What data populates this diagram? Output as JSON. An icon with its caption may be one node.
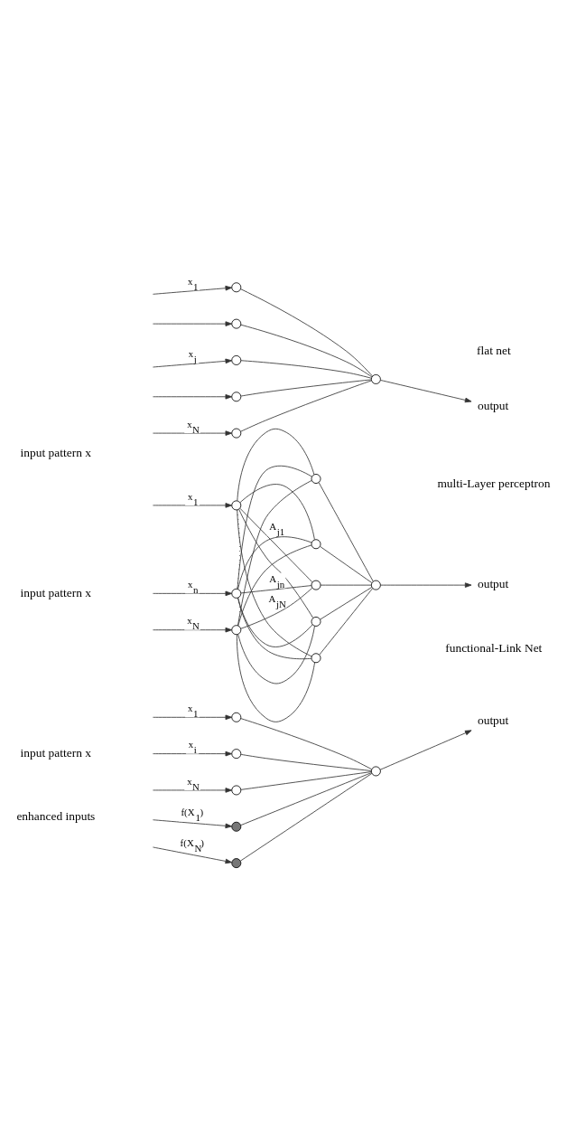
{
  "diagram": {
    "nodes": [
      {
        "text": [],
        "shape": "circle",
        "beside": [
          "x$_{1}$"
        ]
      },
      {
        "text": [],
        "shape": "circle"
      },
      {
        "text": [],
        "shape": "circle",
        "beside": [
          "x$_{j}$"
        ]
      },
      {
        "text": [],
        "shape": "circle"
      },
      {
        "text": [],
        "shape": "circle",
        "beside": [
          "x$_{N}$"
        ]
      },
      {
        "text": [],
        "shape": "circle"
      },
      {
        "text": [
          "output"
        ]
      },
      {
        "text": [],
        "shape": "circle",
        "beside": [
          "x$_{1}$"
        ]
      },
      {
        "text": [],
        "shape": "circle",
        "beside": [
          "x$_{n}$"
        ]
      },
      {
        "text": [],
        "shape": "circle",
        "beside": [
          "x$_{N}$"
        ]
      },
      {
        "text": [],
        "shape": "circle"
      },
      {
        "text": [],
        "shape": "circle"
      },
      {
        "text": [],
        "shape": "circle"
      },
      {
        "text": [],
        "shape": "circle"
      },
      {
        "text": [],
        "shape": "circle"
      },
      {
        "text": [],
        "shape": "circle"
      },
      {
        "text": [
          "output"
        ]
      },
      {
        "text": [],
        "shape": "circle",
        "beside": [
          "x$_{1}$"
        ]
      },
      {
        "text": [],
        "shape": "circle",
        "beside": [
          "x$_{i}$"
        ]
      },
      {
        "text": [],
        "shape": "circle",
        "beside": [
          "x$_{N}$"
        ]
      },
      {
        "text": [],
        "shape": "circle",
        "beside": [
          "f(X$_{1}$)"
        ]
      },
      {
        "text": [],
        "shape": "circle",
        "beside": [
          "f(X$_{N}$)"
        ]
      },
      {
        "text": [],
        "shape": "circle"
      },
      {
        "text": [
          "output"
        ]
      }
    ],
    "edges": [
      {
        "from": null,
        "to": 0,
        "arrow": "to"
      },
      {
        "from": null,
        "to": 1,
        "arrow": "to"
      },
      {
        "from": null,
        "to": 2,
        "arrow": "to"
      },
      {
        "from": null,
        "to": 3,
        "arrow": "to"
      },
      {
        "from": null,
        "to": 4,
        "arrow": "to"
      },
      {
        "from": 0,
        "to": 5,
        "arrow": "none"
      },
      {
        "from": 1,
        "to": 5,
        "arrow": "none"
      },
      {
        "from": 2,
        "to": 5,
        "arrow": "none"
      },
      {
        "from": 3,
        "to": 5,
        "arrow": "none"
      },
      {
        "from": 4,
        "to": 5,
        "arrow": "none"
      },
      {
        "from": 5,
        "to": 6,
        "arrow": "to"
      },
      {
        "from": null,
        "to": 7,
        "arrow": "to"
      },
      {
        "from": null,
        "to": 8,
        "arrow": "to"
      },
      {
        "from": null,
        "to": 9,
        "arrow": "to"
      },
      {
        "from": 7,
        "to": 8,
        "arrow": "none",
        "style": "dashed"
      },
      {
        "from": 8,
        "to": 9,
        "arrow": "none",
        "style": "dashed"
      },
      {
        "from": 7,
        "to": 10,
        "arrow": "none"
      },
      {
        "from": 7,
        "to": 11,
        "arrow": "none"
      },
      {
        "from": 7,
        "to": 12,
        "arrow": "none",
        "label": "A$_{j1}$"
      },
      {
        "from": 7,
        "to": 13,
        "arrow": "none"
      },
      {
        "from": 7,
        "to": 14,
        "arrow": "none"
      },
      {
        "from": 8,
        "to": 10,
        "arrow": "none"
      },
      {
        "from": 8,
        "to": 11,
        "arrow": "none"
      },
      {
        "from": 8,
        "to": 12,
        "arrow": "none",
        "label": "A$_{jn}$"
      },
      {
        "from": 8,
        "to": 13,
        "arrow": "none"
      },
      {
        "from": 8,
        "to": 14,
        "arrow": "none"
      },
      {
        "from": 9,
        "to": 10,
        "arrow": "none"
      },
      {
        "from": 9,
        "to": 11,
        "arrow": "none"
      },
      {
        "from": 9,
        "to": 12,
        "arrow": "none",
        "label": "A$_{jN}$"
      },
      {
        "from": 9,
        "to": 13,
        "arrow": "none"
      },
      {
        "from": 9,
        "to": 14,
        "arrow": "none"
      },
      {
        "from": 10,
        "to": 15,
        "arrow": "none"
      },
      {
        "from": 11,
        "to": 15,
        "arrow": "none"
      },
      {
        "from": 12,
        "to": 15,
        "arrow": "none"
      },
      {
        "from": 13,
        "to": 15,
        "arrow": "none"
      },
      {
        "from": 14,
        "to": 15,
        "arrow": "none"
      },
      {
        "from": 15,
        "to": 16,
        "arrow": "to"
      },
      {
        "from": null,
        "to": 17,
        "arrow": "to"
      },
      {
        "from": null,
        "to": 18,
        "arrow": "to"
      },
      {
        "from": null,
        "to": 19,
        "arrow": "to"
      },
      {
        "from": null,
        "to": 20,
        "arrow": "to"
      },
      {
        "from": null,
        "to": 21,
        "arrow": "to"
      },
      {
        "from": 17,
        "to": 22,
        "arrow": "none"
      },
      {
        "from": 18,
        "to": 22,
        "arrow": "none"
      },
      {
        "from": 19,
        "to": 22,
        "arrow": "none"
      },
      {
        "from": 20,
        "to": 22,
        "arrow": "none"
      },
      {
        "from": 21,
        "to": 22,
        "arrow": "none"
      },
      {
        "from": 22,
        "to": 23,
        "arrow": "to"
      }
    ],
    "labels": [
      "flat net",
      "input pattern x",
      "multi-Layer perceptron",
      "input pattern x",
      "functional-Link Net",
      "input pattern x",
      "enhanced inputs"
    ]
  }
}
